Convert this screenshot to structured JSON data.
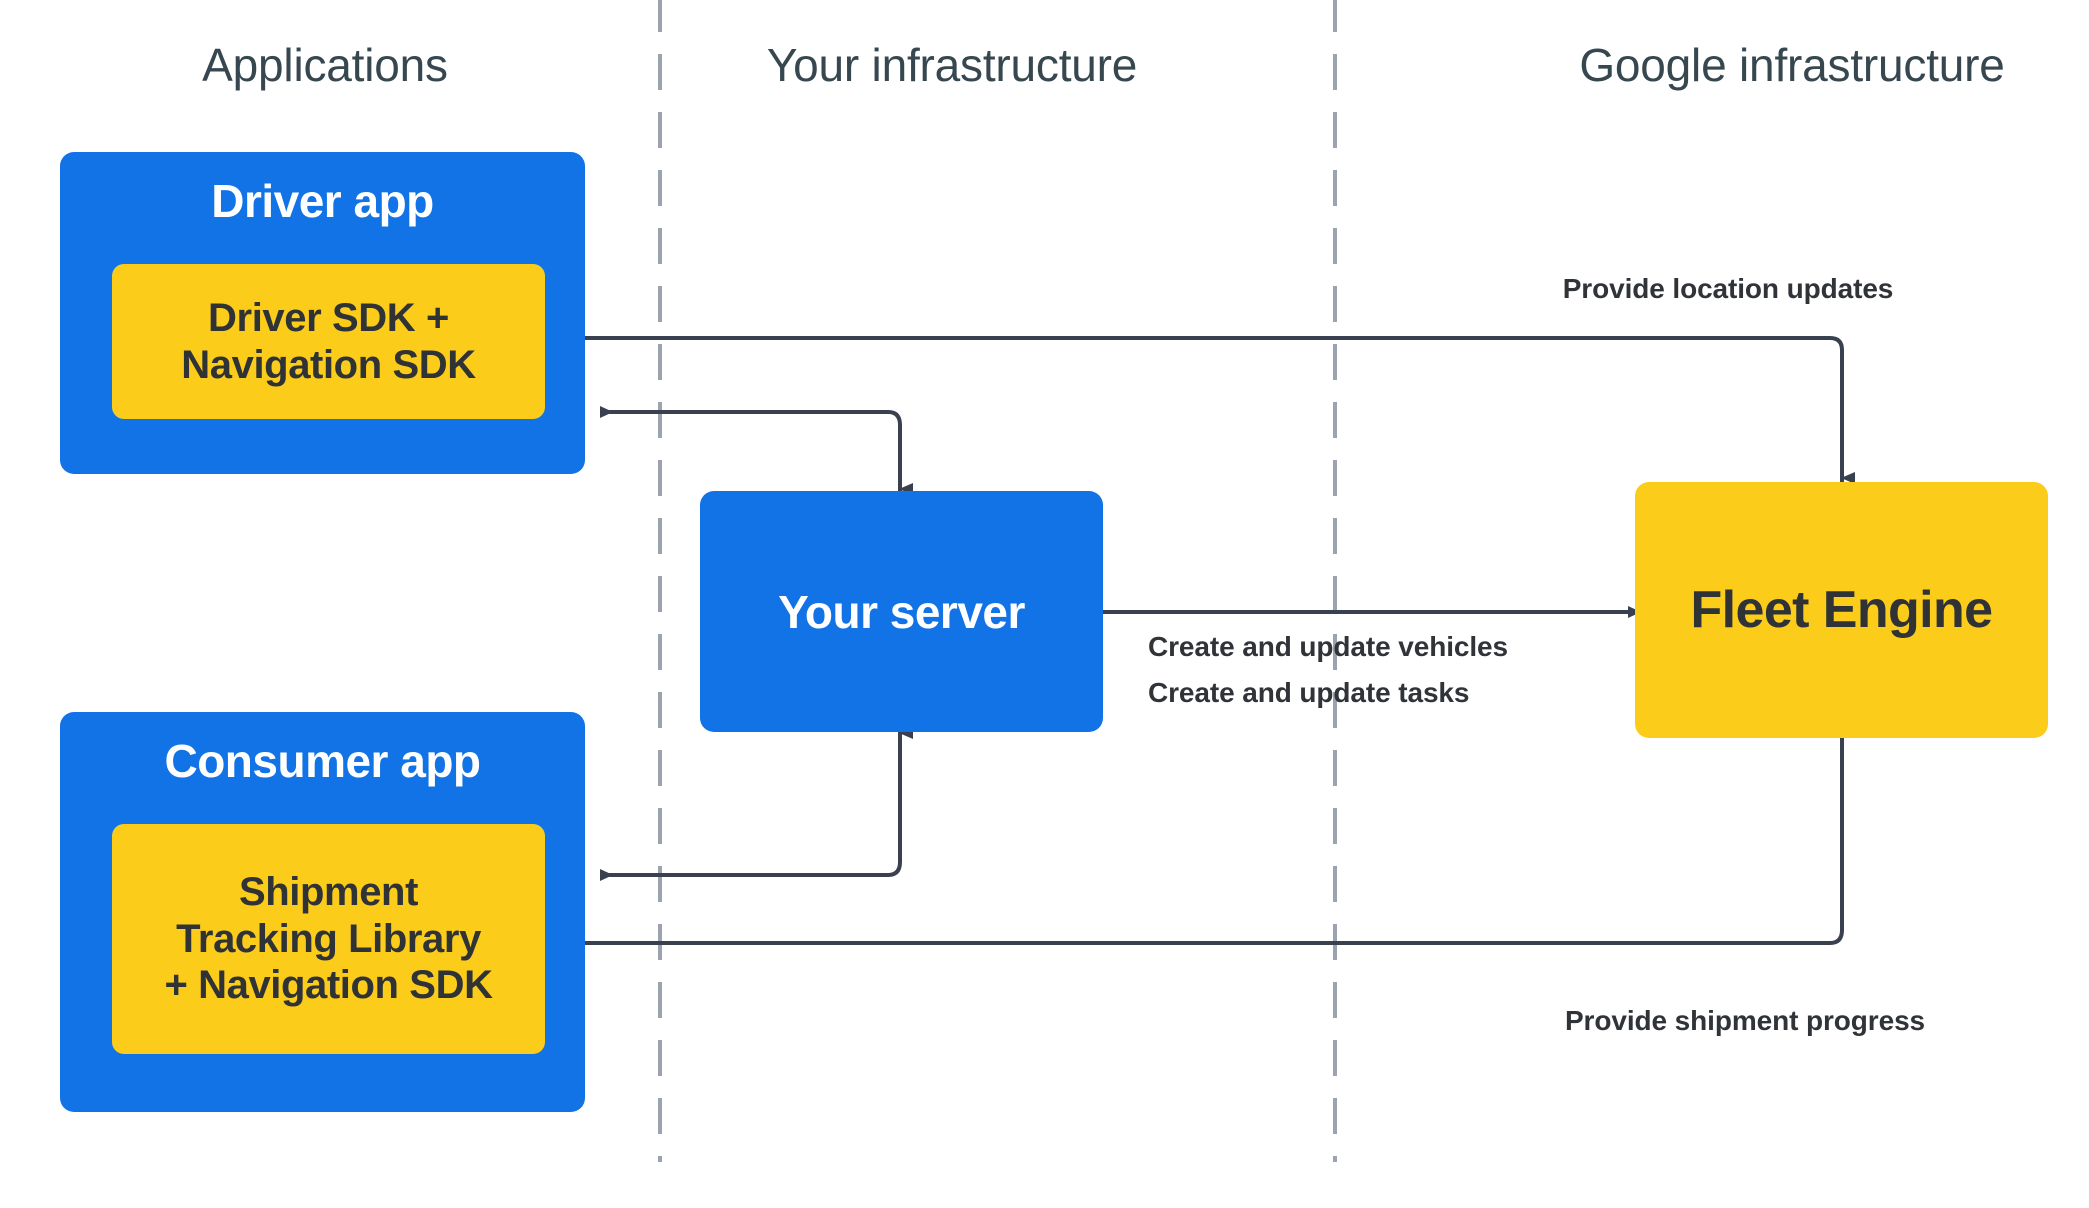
{
  "columns": [
    {
      "id": "applications",
      "label": "Applications"
    },
    {
      "id": "your-infrastructure",
      "label": "Your infrastructure"
    },
    {
      "id": "google-infrastructure",
      "label": "Google infrastructure"
    }
  ],
  "nodes": {
    "driver_app": {
      "title": "Driver app",
      "sdk_label": "Driver SDK +\nNavigation SDK"
    },
    "consumer_app": {
      "title": "Consumer app",
      "sdk_label": "Shipment\nTracking Library\n+ Navigation SDK"
    },
    "your_server": {
      "title": "Your server"
    },
    "fleet_engine": {
      "title": "Fleet Engine"
    }
  },
  "edges": {
    "provide_location_updates": "Provide location updates",
    "create_update_vehicles": "Create and update vehicles",
    "create_update_tasks": "Create and update tasks",
    "provide_shipment_progress": "Provide shipment progress"
  },
  "colors": {
    "blue": "#1273E6",
    "yellow": "#FCCC1A",
    "header_text": "#37474F",
    "label_text": "#303438",
    "arrow": "#394150",
    "divider": "#9AA3AE",
    "background": "#FFFFFF"
  }
}
